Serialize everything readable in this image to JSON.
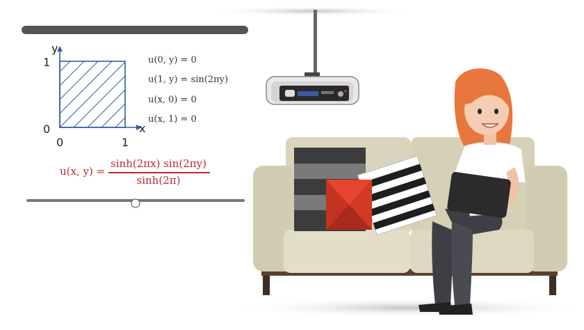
{
  "board": {
    "axes": {
      "x_label": "x",
      "y_label": "y",
      "origin_label": "0",
      "y_one_label": "1",
      "x_zero_label": "0",
      "x_one_label": "1"
    },
    "conditions": [
      "u(0, y) = 0",
      "u(1, y) = sin(2πy)",
      "u(x, 0) = 0",
      "u(x, 1) = 0"
    ],
    "solution": {
      "lhs": "u(x, y) =",
      "numerator": "sinh(2πx) sin(2πy)",
      "denominator": "sinh(2π)"
    }
  },
  "colors": {
    "accent_blue": "#2f5ea3",
    "accent_red": "#c0282d",
    "sofa": "#d8d3b8",
    "hair": "#e8773d"
  },
  "icons": [
    "projector-icon",
    "sofa-icon",
    "woman-icon",
    "tablet-icon"
  ]
}
